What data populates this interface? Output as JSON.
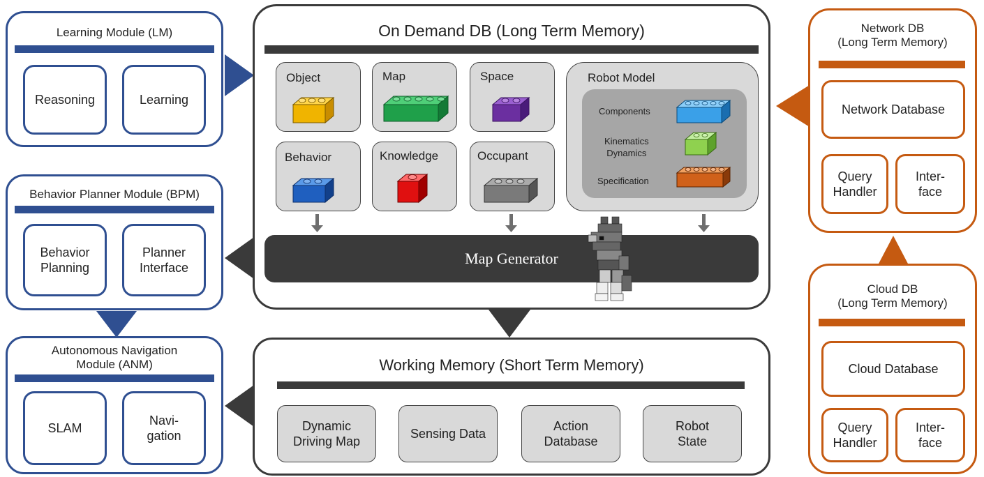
{
  "learning_module": {
    "title": "Learning Module (LM)",
    "items": [
      "Reasoning",
      "Learning"
    ]
  },
  "behavior_planner": {
    "title": "Behavior Planner Module (BPM)",
    "items": [
      {
        "l1": "Behavior",
        "l2": "Planning"
      },
      {
        "l1": "Planner",
        "l2": "Interface"
      }
    ]
  },
  "navigation": {
    "title_l1": "Autonomous Navigation",
    "title_l2": "Module (ANM)",
    "items": [
      {
        "l1": "SLAM",
        "l2": ""
      },
      {
        "l1": "Navi-",
        "l2": "gation"
      }
    ]
  },
  "on_demand_db": {
    "title": "On Demand DB (Long Term Memory)",
    "bricks": [
      {
        "label": "Object",
        "color": "#f0b400"
      },
      {
        "label": "Map",
        "color": "#1fa04a"
      },
      {
        "label": "Space",
        "color": "#6b2fa0"
      },
      {
        "label": "Behavior",
        "color": "#1f5fbf"
      },
      {
        "label": "Knowledge",
        "color": "#e01010"
      },
      {
        "label": "Occupant",
        "color": "#7a7a7a"
      }
    ],
    "robot_model": {
      "title": "Robot Model",
      "components": "Components",
      "kinematics_l1": "Kinematics",
      "kinematics_l2": "Dynamics",
      "specification": "Specification",
      "colors": [
        "#3aa0e8",
        "#8fd14f",
        "#d0611a"
      ]
    },
    "map_generator": "Map Generator"
  },
  "working_memory": {
    "title": "Working Memory (Short Term Memory)",
    "items": [
      {
        "l1": "Dynamic",
        "l2": "Driving Map"
      },
      {
        "l1": "Sensing Data",
        "l2": ""
      },
      {
        "l1": "Action",
        "l2": "Database"
      },
      {
        "l1": "Robot",
        "l2": "State"
      }
    ]
  },
  "network_db": {
    "title_l1": "Network DB",
    "title_l2": "(Long Term Memory)",
    "database": "Network Database",
    "handler_l1": "Query",
    "handler_l2": "Handler",
    "interface_l1": "Inter-",
    "interface_l2": "face"
  },
  "cloud_db": {
    "title_l1": "Cloud DB",
    "title_l2": "(Long Term Memory)",
    "database": "Cloud Database",
    "handler_l1": "Query",
    "handler_l2": "Handler",
    "interface_l1": "Inter-",
    "interface_l2": "face"
  }
}
